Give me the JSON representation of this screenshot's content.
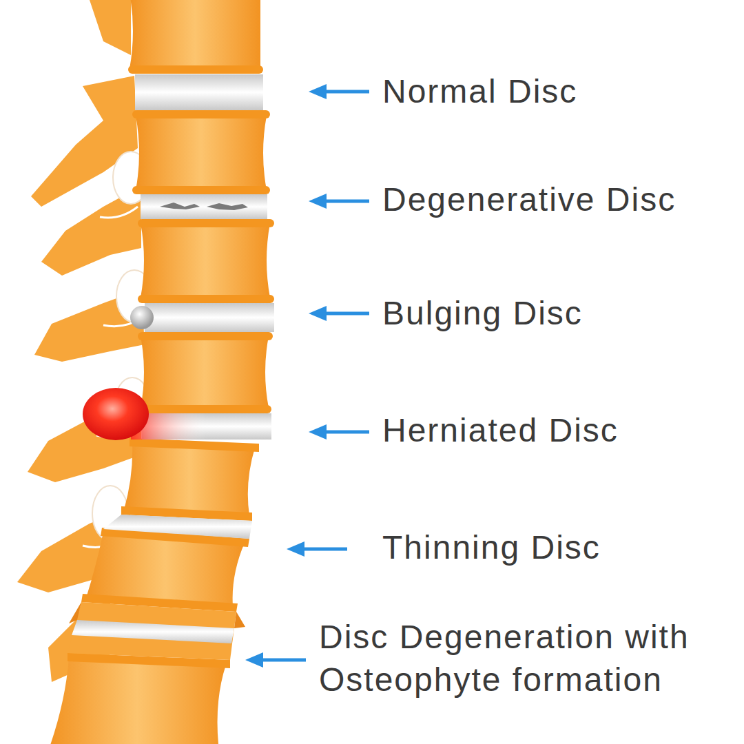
{
  "diagram": {
    "labels": [
      "Normal Disc",
      "Degenerative Disc",
      "Bulging Disc",
      "Herniated Disc",
      "Thinning Disc",
      "Disc Degeneration with Osteophyte formation"
    ]
  }
}
